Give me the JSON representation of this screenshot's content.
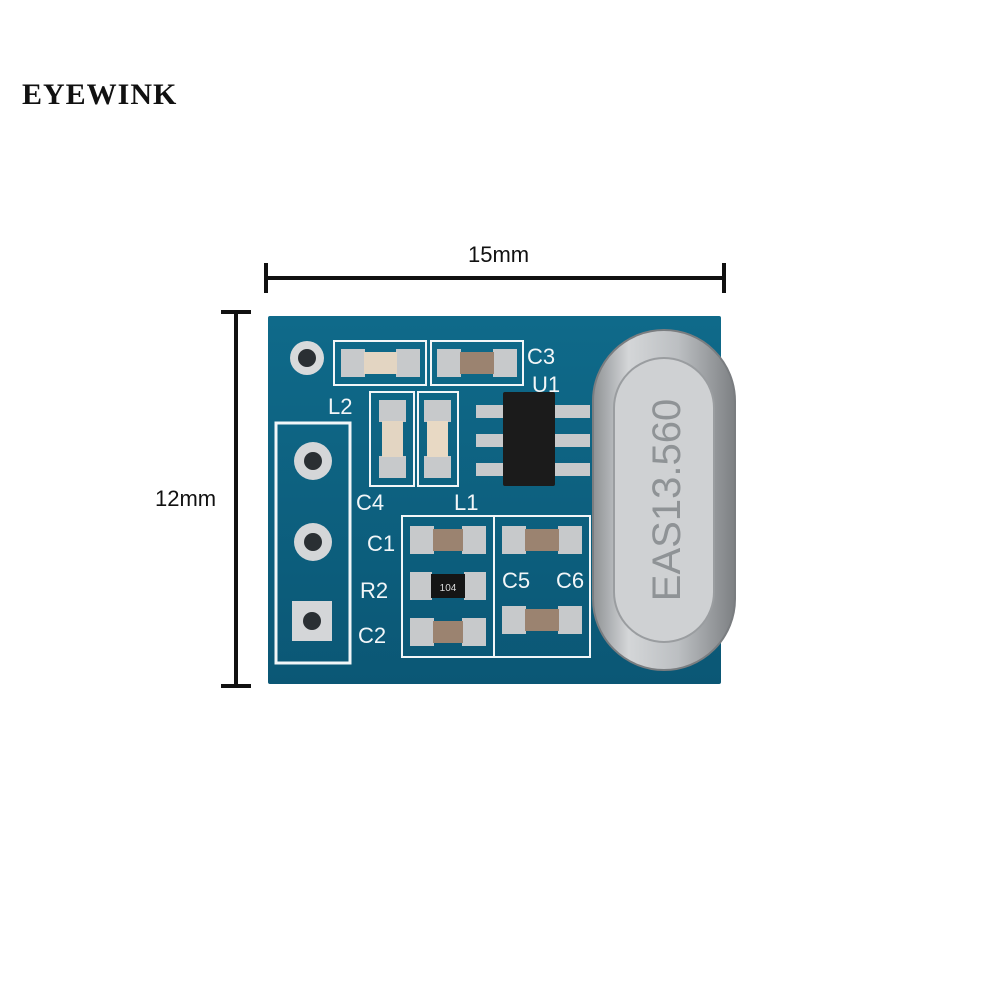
{
  "brand": "EYEWINK",
  "dimensions": {
    "width": "15mm",
    "height": "12mm"
  },
  "board": {
    "silkscreen": {
      "c3": "C3",
      "u1": "U1",
      "l2": "L2",
      "c4": "C4",
      "l1": "L1",
      "c1": "C1",
      "r2": "R2",
      "c2": "C2",
      "c5": "C5",
      "c6": "C6"
    },
    "resistor_code": "104",
    "crystal_marking": "EAS13.560"
  },
  "colors": {
    "pcb": "#0e6584",
    "silkscreen": "#f2f6f8",
    "chip": "#1b1b1b",
    "metal": "#c9cbcd"
  }
}
